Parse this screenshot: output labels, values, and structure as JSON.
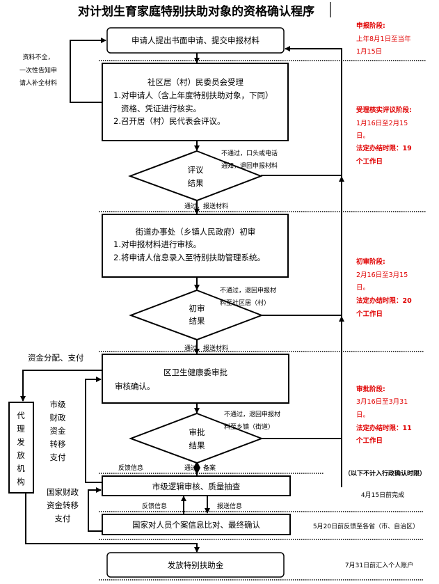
{
  "title": "对计划生育家庭特别扶助对象的资格确认程序",
  "steps": {
    "apply": "申请人提出书面申请、提交申报材料",
    "community": {
      "title": "社区居（村）民委员会受理",
      "line1": "1.对申请人（含上年度特别扶助对象，下同）",
      "line2": "资格、凭证进行核实。",
      "line3": "2.召开居（村）民代表会评议。"
    },
    "review_decision": [
      "评议",
      "结果"
    ],
    "street": {
      "title": "街道办事处（乡镇人民政府）初审",
      "line1": "1.对申报材料进行审核。",
      "line2": "2.将申请人信息录入至特别扶助管理系统。"
    },
    "initial_decision": [
      "初审",
      "结果"
    ],
    "district": {
      "title": "区卫生健康委审批",
      "line1": "审核确认。"
    },
    "approval_decision": [
      "审批",
      "结果"
    ],
    "city_check": "市级逻辑审核、质量抽查",
    "national_check": "国家对人员个案信息比对、最终确认",
    "payout": "发放特别扶助金",
    "agent": [
      "代",
      "理",
      "发",
      "放",
      "机",
      "构"
    ]
  },
  "annotations": {
    "incomplete": [
      "资料不全，",
      "一次性告知申",
      "请人补全材料"
    ],
    "fail_review": [
      "不通过，口头或电话",
      "通知，退回申报材料"
    ],
    "pass_review": "通过，报送材料",
    "fail_initial": [
      "不通过，退回申报材",
      "料至社区居（村）"
    ],
    "pass_initial": "通过，报送材料",
    "fail_approval": [
      "不通过，退回申报材",
      "料至乡镇（街道）"
    ],
    "funds": "资金分配、支付",
    "city_funds": [
      "市级",
      "财政",
      "资金",
      "转移",
      "支付"
    ],
    "national_funds": [
      "国家财政",
      "资金转移",
      "支付"
    ],
    "feedback_1": "反馈信息",
    "pass_file": "通过，备案",
    "feedback_2": "反馈信息",
    "report_info": "报送信息"
  },
  "stages": {
    "apply": {
      "title": "申报阶段:",
      "lines": [
        "上年8月1日至当年",
        "1月15日"
      ]
    },
    "review": {
      "title": "受理核实评议阶段:",
      "lines": [
        "1月16日至2月15",
        "日。"
      ],
      "limit": [
        "法定办结时限：19",
        "个工作日"
      ]
    },
    "initial": {
      "title": "初审阶段:",
      "lines": [
        "2月16日至3月15",
        "日。"
      ],
      "limit": [
        "法定办结时限：20",
        "个工作日"
      ]
    },
    "approval": {
      "title": "审批阶段:",
      "lines": [
        "3月16日至3月31",
        "日。"
      ],
      "limit": [
        "法定办结时限：11",
        "个工作日"
      ]
    },
    "not_counted": "（以下不计入行政确认时限）",
    "city_deadline": "4月15日前完成",
    "national_deadline": "5月20日前反馈至各省（市、自治区）",
    "payout_deadline": "7月31日前汇入个人账户"
  },
  "colors": {
    "stage_text": "#e00000",
    "lines": "#000000"
  }
}
